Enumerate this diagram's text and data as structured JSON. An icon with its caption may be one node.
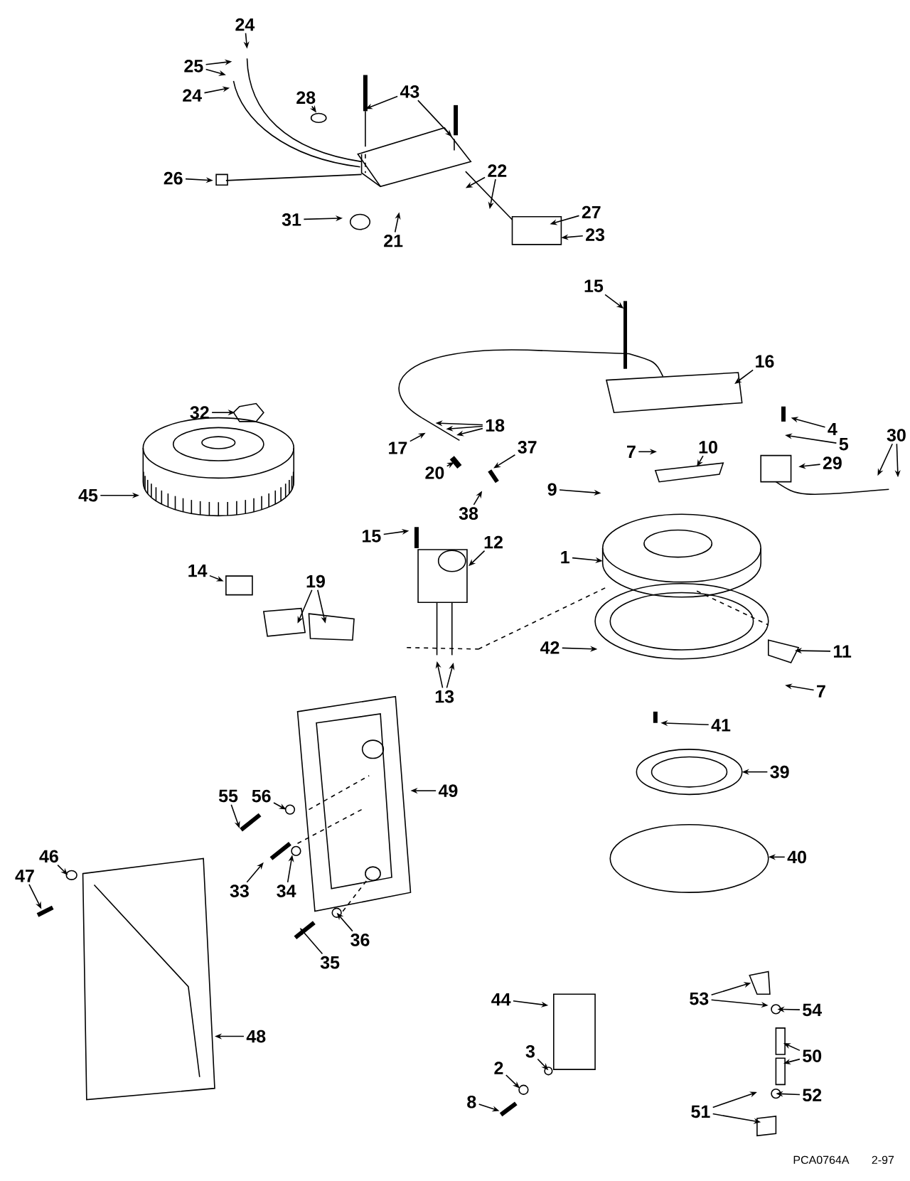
{
  "diagram": {
    "nodes": [
      {
        "text": [
          "24"
        ]
      },
      {
        "text": [
          "25"
        ]
      },
      {
        "text": [
          "24"
        ]
      },
      {
        "text": [
          "28"
        ]
      },
      {
        "text": [
          "43"
        ]
      },
      {
        "text": [
          "26"
        ]
      },
      {
        "text": [
          "31"
        ]
      },
      {
        "text": [
          "21"
        ]
      },
      {
        "text": [
          "22"
        ]
      },
      {
        "text": [
          "27"
        ]
      },
      {
        "text": [
          "23"
        ]
      },
      {
        "text": [
          "15"
        ]
      },
      {
        "text": [
          "16"
        ]
      },
      {
        "text": [
          "4"
        ]
      },
      {
        "text": [
          "5"
        ]
      },
      {
        "text": [
          "30"
        ]
      },
      {
        "text": [
          "32"
        ]
      },
      {
        "text": [
          "18"
        ]
      },
      {
        "text": [
          "17"
        ]
      },
      {
        "text": [
          "20"
        ]
      },
      {
        "text": [
          "37"
        ]
      },
      {
        "text": [
          "38"
        ]
      },
      {
        "text": [
          "7"
        ]
      },
      {
        "text": [
          "10"
        ]
      },
      {
        "text": [
          "9"
        ]
      },
      {
        "text": [
          "29"
        ]
      },
      {
        "text": [
          "45"
        ]
      },
      {
        "text": [
          "15"
        ]
      },
      {
        "text": [
          "12"
        ]
      },
      {
        "text": [
          "1"
        ]
      },
      {
        "text": [
          "14"
        ]
      },
      {
        "text": [
          "19"
        ]
      },
      {
        "text": [
          "42"
        ]
      },
      {
        "text": [
          "11"
        ]
      },
      {
        "text": [
          "13"
        ]
      },
      {
        "text": [
          "7"
        ]
      },
      {
        "text": [
          "41"
        ]
      },
      {
        "text": [
          "39"
        ]
      },
      {
        "text": [
          "49"
        ]
      },
      {
        "text": [
          "56"
        ]
      },
      {
        "text": [
          "55"
        ]
      },
      {
        "text": [
          "40"
        ]
      },
      {
        "text": [
          "46"
        ]
      },
      {
        "text": [
          "47"
        ]
      },
      {
        "text": [
          "33"
        ]
      },
      {
        "text": [
          "34"
        ]
      },
      {
        "text": [
          "36"
        ]
      },
      {
        "text": [
          "35"
        ]
      },
      {
        "text": [
          "44"
        ]
      },
      {
        "text": [
          "53"
        ]
      },
      {
        "text": [
          "54"
        ]
      },
      {
        "text": [
          "48"
        ]
      },
      {
        "text": [
          "50"
        ]
      },
      {
        "text": [
          "3"
        ]
      },
      {
        "text": [
          "2"
        ]
      },
      {
        "text": [
          "52"
        ]
      },
      {
        "text": [
          "8"
        ]
      },
      {
        "text": [
          "51"
        ]
      }
    ],
    "edges": [
      {
        "from": 0,
        "to": null,
        "arrow": "to"
      },
      {
        "from": 1,
        "to": null,
        "arrow": "to"
      },
      {
        "from": 1,
        "to": null,
        "arrow": "to"
      },
      {
        "from": 2,
        "to": null,
        "arrow": "to"
      },
      {
        "from": 3,
        "to": null,
        "arrow": "to"
      },
      {
        "from": 4,
        "to": null,
        "arrow": "to"
      },
      {
        "from": 4,
        "to": null,
        "arrow": "to"
      },
      {
        "from": 5,
        "to": null,
        "arrow": "to"
      },
      {
        "from": 6,
        "to": null,
        "arrow": "to"
      },
      {
        "from": 7,
        "to": null,
        "arrow": "to"
      },
      {
        "from": 8,
        "to": null,
        "arrow": "to"
      },
      {
        "from": 8,
        "to": null,
        "arrow": "to"
      },
      {
        "from": 9,
        "to": null,
        "arrow": "to"
      },
      {
        "from": 10,
        "to": null,
        "arrow": "to"
      },
      {
        "from": 11,
        "to": null,
        "arrow": "to"
      },
      {
        "from": 12,
        "to": null,
        "arrow": "to"
      },
      {
        "from": 13,
        "to": null,
        "arrow": "to"
      },
      {
        "from": 14,
        "to": null,
        "arrow": "to"
      },
      {
        "from": 15,
        "to": null,
        "arrow": "to"
      },
      {
        "from": 15,
        "to": null,
        "arrow": "to"
      },
      {
        "from": 16,
        "to": null,
        "arrow": "to"
      },
      {
        "from": 17,
        "to": null,
        "arrow": "to"
      },
      {
        "from": 17,
        "to": null,
        "arrow": "to"
      },
      {
        "from": 17,
        "to": null,
        "arrow": "to"
      },
      {
        "from": 18,
        "to": null,
        "arrow": "to"
      },
      {
        "from": 19,
        "to": null,
        "arrow": "to"
      },
      {
        "from": 20,
        "to": null,
        "arrow": "to"
      },
      {
        "from": 21,
        "to": null,
        "arrow": "to"
      },
      {
        "from": 22,
        "to": null,
        "arrow": "to"
      },
      {
        "from": 23,
        "to": null,
        "arrow": "to"
      },
      {
        "from": 24,
        "to": null,
        "arrow": "to"
      },
      {
        "from": 25,
        "to": null,
        "arrow": "to"
      },
      {
        "from": 26,
        "to": null,
        "arrow": "to"
      },
      {
        "from": 27,
        "to": null,
        "arrow": "to"
      },
      {
        "from": 28,
        "to": null,
        "arrow": "to"
      },
      {
        "from": 29,
        "to": null,
        "arrow": "to"
      },
      {
        "from": 30,
        "to": null,
        "arrow": "to"
      },
      {
        "from": 31,
        "to": null,
        "arrow": "to"
      },
      {
        "from": 31,
        "to": null,
        "arrow": "to"
      },
      {
        "from": 32,
        "to": null,
        "arrow": "to"
      },
      {
        "from": 33,
        "to": null,
        "arrow": "to"
      },
      {
        "from": 34,
        "to": null,
        "arrow": "to"
      },
      {
        "from": 34,
        "to": null,
        "arrow": "to"
      },
      {
        "from": 35,
        "to": null,
        "arrow": "to"
      },
      {
        "from": 36,
        "to": null,
        "arrow": "to"
      },
      {
        "from": 37,
        "to": null,
        "arrow": "to"
      },
      {
        "from": 38,
        "to": null,
        "arrow": "to"
      },
      {
        "from": 39,
        "to": null,
        "arrow": "to"
      },
      {
        "from": 40,
        "to": null,
        "arrow": "to"
      },
      {
        "from": 41,
        "to": null,
        "arrow": "to"
      },
      {
        "from": 42,
        "to": null,
        "arrow": "to"
      },
      {
        "from": 43,
        "to": null,
        "arrow": "to"
      },
      {
        "from": 44,
        "to": null,
        "arrow": "to"
      },
      {
        "from": 45,
        "to": null,
        "arrow": "to"
      },
      {
        "from": 46,
        "to": null,
        "arrow": "to"
      },
      {
        "from": 47,
        "to": null,
        "arrow": "to"
      },
      {
        "from": 48,
        "to": null,
        "arrow": "to"
      },
      {
        "from": 49,
        "to": null,
        "arrow": "to"
      },
      {
        "from": 49,
        "to": null,
        "arrow": "to"
      },
      {
        "from": 50,
        "to": null,
        "arrow": "to"
      },
      {
        "from": 51,
        "to": null,
        "arrow": "to"
      },
      {
        "from": 52,
        "to": null,
        "arrow": "to"
      },
      {
        "from": 52,
        "to": null,
        "arrow": "to"
      },
      {
        "from": 53,
        "to": null,
        "arrow": "to"
      },
      {
        "from": 54,
        "to": null,
        "arrow": "to"
      },
      {
        "from": 55,
        "to": null,
        "arrow": "to"
      },
      {
        "from": 56,
        "to": null,
        "arrow": "to"
      },
      {
        "from": 57,
        "to": null,
        "arrow": "to"
      },
      {
        "from": 57,
        "to": null,
        "arrow": "to"
      }
    ],
    "labels": [
      "PCA0764A",
      "2-97"
    ]
  }
}
